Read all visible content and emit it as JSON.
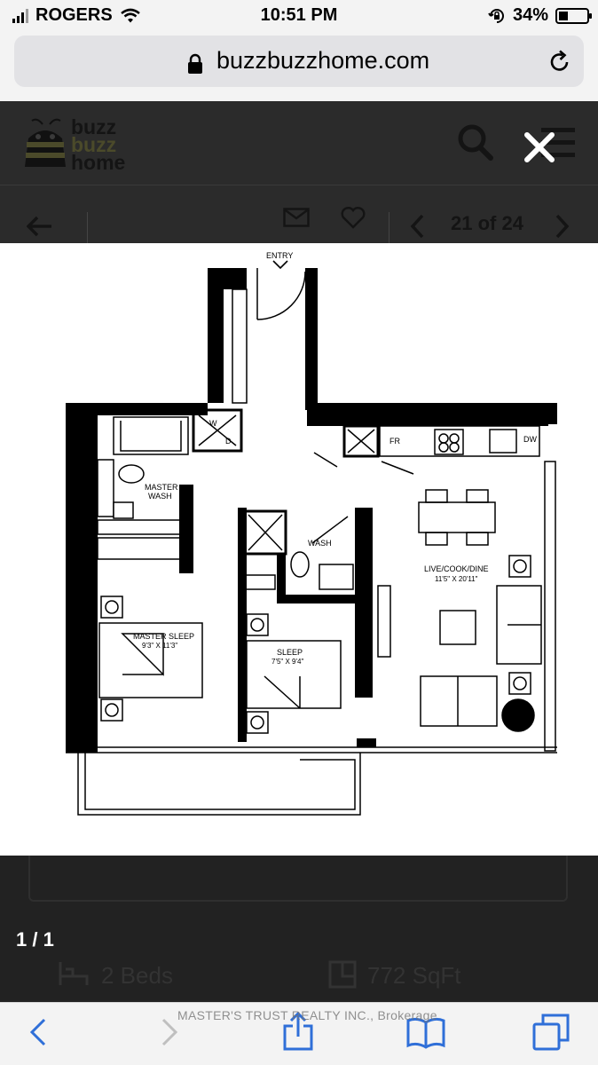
{
  "status_bar": {
    "carrier": "ROGERS",
    "time": "10:51 PM",
    "battery": "34%",
    "battery_level": 0.34,
    "icons": [
      "signal-icon",
      "wifi-icon",
      "orientation-lock-icon",
      "battery-icon"
    ]
  },
  "browser": {
    "url": "buzzbuzzhome.com",
    "icons": [
      "lock-icon",
      "reload-icon"
    ]
  },
  "site": {
    "logo": {
      "line1": "buzz",
      "line2": "buzz",
      "line3": "home"
    },
    "pager": "21 of 24",
    "icons": [
      "bee-logo-icon",
      "search-icon",
      "menu-icon",
      "back-arrow-icon",
      "mail-icon",
      "heart-icon",
      "chevron-left-icon",
      "chevron-right-icon"
    ]
  },
  "lightbox": {
    "counter": "1 / 1",
    "close_icon": "close-icon"
  },
  "floor_plan": {
    "entry": "ENTRY",
    "master_wash": [
      "MASTER",
      "WASH"
    ],
    "wash": "WASH",
    "fr": "FR",
    "dw": "DW",
    "w": "W",
    "d": "D",
    "live_cook_dine": "LIVE/COOK/DINE",
    "live_dims": "11'5\" X 20'11\"",
    "master_sleep": "MASTER SLEEP",
    "master_dims": "9'3\" X 11'3\"",
    "sleep": "SLEEP",
    "sleep_dims": "7'5\" X 9'4\""
  },
  "listing": {
    "beds": "2 Beds",
    "sqft": "772 SqFt",
    "watermark": "MASTER'S TRUST REALTY INC., Brokerage",
    "icons": [
      "bed-icon",
      "area-icon"
    ]
  },
  "toolbar": {
    "icons": [
      "back-icon",
      "forward-icon",
      "share-icon",
      "bookmarks-icon",
      "tabs-icon"
    ]
  }
}
